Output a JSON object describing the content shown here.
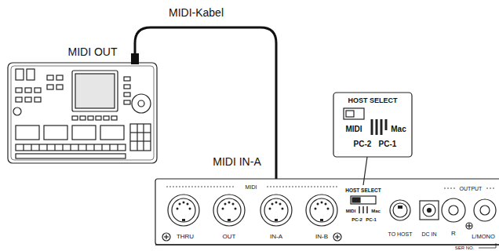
{
  "diagram": {
    "labels": [
      "MIDI-Kabel",
      "MIDI OUT",
      "MIDI IN-A",
      "HOST SELECT",
      "MIDI",
      "Mac",
      "PC-2",
      "PC-1",
      "MIDI",
      "THRU",
      "OUT",
      "IN-A",
      "IN-B",
      "HOST SELECT",
      "MIDI",
      "Mac",
      "PC-2",
      "PC-1",
      "TO HOST",
      "DC IN",
      "OUTPUT",
      "R",
      "L/MONO",
      "SER NO."
    ]
  }
}
